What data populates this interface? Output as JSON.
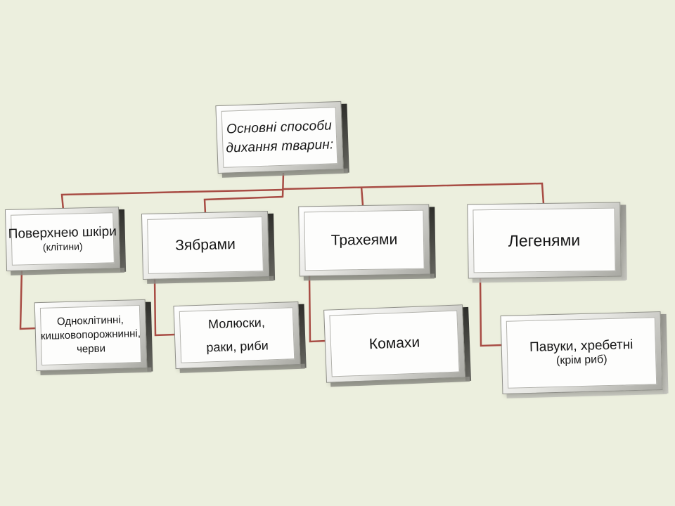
{
  "palette": {
    "background": "#ecefde",
    "connector": "#a84c44",
    "box_face": "#fdfdfc",
    "text": "#171717"
  },
  "diagram": {
    "root": {
      "lines": [
        "Основні способи",
        "дихання тварин:"
      ]
    },
    "level1": [
      {
        "label": "Поверхнею шкіри",
        "sub": "(клітини)"
      },
      {
        "label": "Зябрами"
      },
      {
        "label": "Трахеями"
      },
      {
        "label": "Легенями"
      }
    ],
    "level2": [
      {
        "lines": [
          "Одноклітинні,",
          "кишковопорожнинні,",
          "черви"
        ]
      },
      {
        "lines": [
          "Молюски,",
          "раки, риби"
        ]
      },
      {
        "lines": [
          "Комахи"
        ]
      },
      {
        "label": "Павуки, хребетні",
        "sub": "(крім риб)"
      }
    ]
  }
}
